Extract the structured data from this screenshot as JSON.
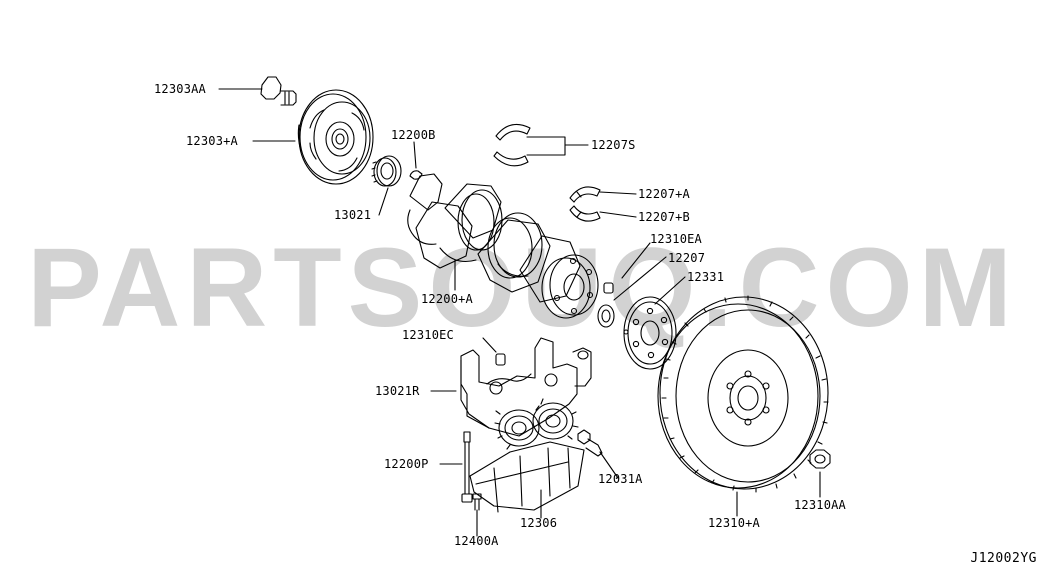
{
  "watermark": "PARTSOUQ.COM",
  "diagram_code": "J12002YG",
  "labels": {
    "p12303AA": "12303AA",
    "p12303A": "12303+A",
    "p13021": "13021",
    "p12200B": "12200B",
    "p12207S": "12207S",
    "p12207pA": "12207+A",
    "p12207pB": "12207+B",
    "p12310EA": "12310EA",
    "p12207": "12207",
    "p12331": "12331",
    "p12200A": "12200+A",
    "p12310EC": "12310EC",
    "p13021R": "13021R",
    "p12200P": "12200P",
    "p12031A": "12031A",
    "p12306": "12306",
    "p12400A": "12400A",
    "p12310A": "12310+A",
    "p12310AA": "12310AA"
  }
}
